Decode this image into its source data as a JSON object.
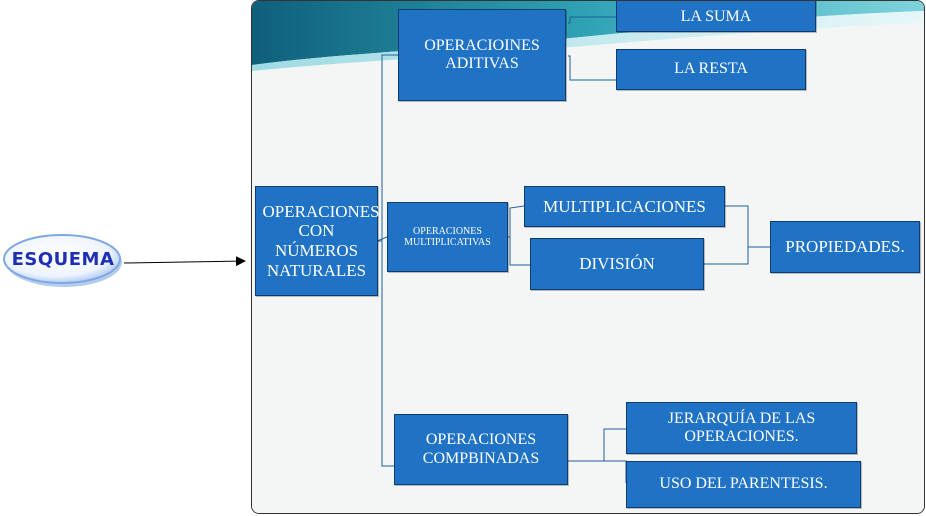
{
  "bubble": {
    "label": "ESQUEMA"
  },
  "nodes": {
    "root": "OPERACIONES CON NÚMEROS NATURALES",
    "aditivas": "OPERACIOINES ADITIVAS",
    "suma": "LA SUMA",
    "resta": "LA RESTA",
    "multiplicativas": "OPERACIONES MULTIPLICATIVAS",
    "multiplicaciones": "MULTIPLICACIONES",
    "division": "DIVISIÓN",
    "propiedades": "PROPIEDADES.",
    "combinadas": "OPERACIONES COMPBINADAS",
    "jerarquia": "JERARQUÍA DE LAS OPERACIONES.",
    "parentesis": "USO DEL PARENTESIS."
  },
  "colors": {
    "box_fill": "#1f72c4",
    "box_border": "#0d3d73",
    "bubble_text": "#1f2fb3",
    "wave_teal": "#2fa3b5"
  }
}
